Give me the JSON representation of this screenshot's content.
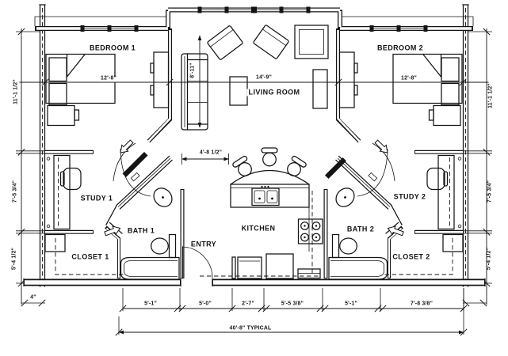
{
  "plan": {
    "rooms": {
      "bedroom1": "BEDROOM 1",
      "bedroom2": "BEDROOM 2",
      "living_room": "LIVING ROOM",
      "study1": "STUDY 1",
      "study2": "STUDY 2",
      "bath1": "BATH 1",
      "bath2": "BATH 2",
      "closet1": "CLOSET 1",
      "closet2": "CLOSET 2",
      "kitchen": "KITCHEN",
      "entry": "ENTRY"
    },
    "dimensions": {
      "bedroom1_width": "12'-8\"",
      "living_room_width": "14'-9\"",
      "bedroom2_width": "12'-8\"",
      "sofa_wall": "8'-11\"",
      "left_top": "11'-1 1/2\"",
      "left_middle": "7'-5 3/4\"",
      "left_bottom": "5'-4 1/2\"",
      "right_top": "11'-1 1/2\"",
      "right_middle": "7'-5 3/4\"",
      "right_bottom": "5'-4 1/2\"",
      "hallway": "4'-8 1/2\"",
      "wall_offset": "4\"",
      "bottom_1": "5'-1\"",
      "bottom_2": "5'-0\"",
      "bottom_3": "2'-7\"",
      "bottom_4": "5'-5 3/8\"",
      "bottom_5": "5'-1\"",
      "bottom_6": "7'-8 3/8\"",
      "overall_width": "40'-8\" TYPICAL"
    },
    "colors": {
      "line": "#141414",
      "paper": "#ffffff"
    }
  }
}
